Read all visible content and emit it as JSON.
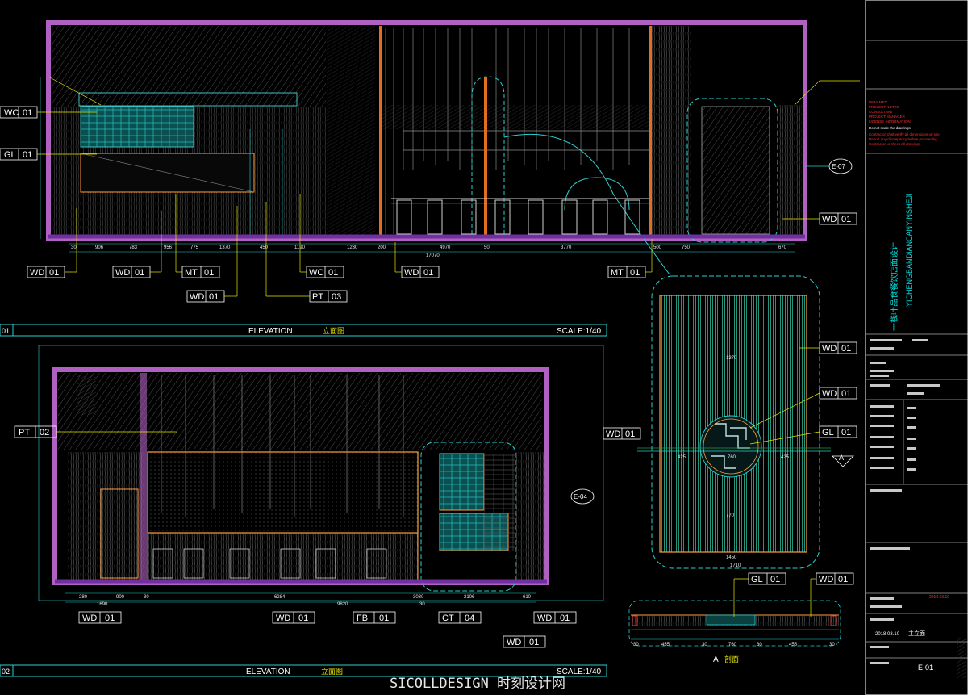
{
  "sheet": {
    "elevation_label": "ELEVATION",
    "elevation_cn": "立面图",
    "scale_label": "SCALE:1/40",
    "view_number_01": "01",
    "view_number_02": "02",
    "section_label": "A",
    "section_cn": "剖面",
    "watermark": "SICOLLDESIGN 时刻设计网"
  },
  "tags": {
    "wc01a": {
      "code": "WC",
      "num": "01"
    },
    "gl01a": {
      "code": "GL",
      "num": "01"
    },
    "wd01a": {
      "code": "WD",
      "num": "01"
    },
    "wd01b": {
      "code": "WD",
      "num": "01"
    },
    "mt01a": {
      "code": "MT",
      "num": "01"
    },
    "wd01c": {
      "code": "WD",
      "num": "01"
    },
    "pt03": {
      "code": "PT",
      "num": "03"
    },
    "wc01b": {
      "code": "WC",
      "num": "01"
    },
    "wd01d": {
      "code": "WD",
      "num": "01"
    },
    "mt01b": {
      "code": "MT",
      "num": "01"
    },
    "wd01e": {
      "code": "WD",
      "num": "01"
    },
    "e07": {
      "code": "E-07"
    },
    "pt02": {
      "code": "PT",
      "num": "02"
    },
    "e04": {
      "code": "E-04"
    },
    "wd01f": {
      "code": "WD",
      "num": "01"
    },
    "wd01g": {
      "code": "WD",
      "num": "01"
    },
    "fb01": {
      "code": "FB",
      "num": "01"
    },
    "ct04": {
      "code": "CT",
      "num": "04"
    },
    "wd01h": {
      "code": "WD",
      "num": "01"
    },
    "wd01i": {
      "code": "WD",
      "num": "01"
    },
    "wd01j": {
      "code": "WD",
      "num": "01"
    },
    "wd01k": {
      "code": "WD",
      "num": "01"
    },
    "wd01l": {
      "code": "WD",
      "num": "01"
    },
    "gl01b": {
      "code": "GL",
      "num": "01"
    },
    "gl01c": {
      "code": "GL",
      "num": "01"
    },
    "wd01m": {
      "code": "WD",
      "num": "01"
    }
  },
  "dims_top": [
    "30",
    "906",
    "783",
    "956",
    "775",
    "1370",
    "450",
    "1190",
    "1230",
    "200",
    "4970",
    "50",
    "3770",
    "500",
    "750",
    "670"
  ],
  "dims_top_total": "17070",
  "dims_bottom": [
    "280",
    "1690",
    "900",
    "30",
    "6284",
    "9820",
    "3030",
    "30",
    "2106",
    "610"
  ],
  "dims_section": [
    "30",
    "455",
    "30",
    "760",
    "30",
    "455",
    "30"
  ],
  "dims_plan": [
    "1450",
    "1710",
    "425",
    "760",
    "425",
    "1370",
    "770"
  ],
  "title_block": {
    "project_vertical": "一栈叶品食餐饮店面设计",
    "project_pinyin": "YICHENGBANDIANCANYINSHEJI",
    "drawing_title": "主立面",
    "drawing_no": "E-01",
    "date": "2018.03.10",
    "notes_red": [
      "UNNAMED",
      "PROJECT NOTES",
      "CONSULTANT",
      "PROJECT MANAGER",
      "LICENSE INFORMATION"
    ],
    "notes_white": "Do not scale the drawings",
    "notes_red2": [
      "Contractor shall verify all dimensions on site",
      "Report any discrepancy before proceeding",
      "Contractor to check all drawings"
    ]
  }
}
